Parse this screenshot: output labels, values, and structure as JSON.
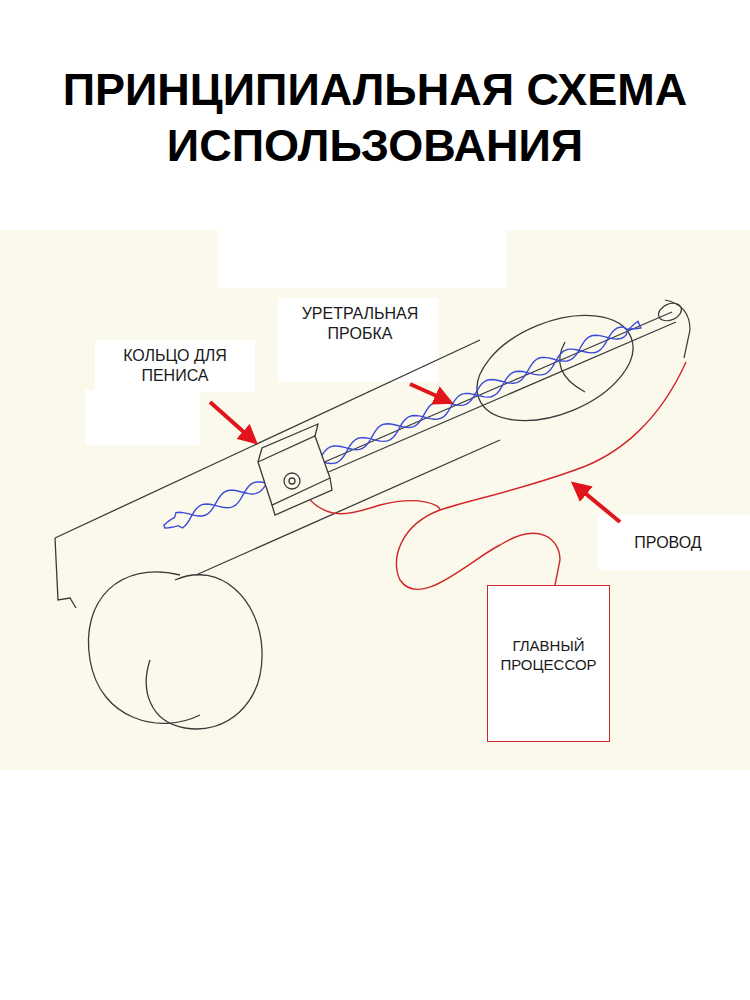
{
  "diagram": {
    "title": "ПРИНЦИПИАЛЬНАЯ СХЕМА ИСПОЛЬЗОВАНИЯ",
    "nodes": [
      {
        "text": [
          "ГЛАВНЫЙ ПРОЦЕССОР"
        ]
      }
    ],
    "labels": [
      "УРЕТРАЛЬНАЯ ПРОБКА",
      "КОЛЬЦО ДЛЯ ПЕНИСА",
      "ПРОВОД"
    ]
  }
}
